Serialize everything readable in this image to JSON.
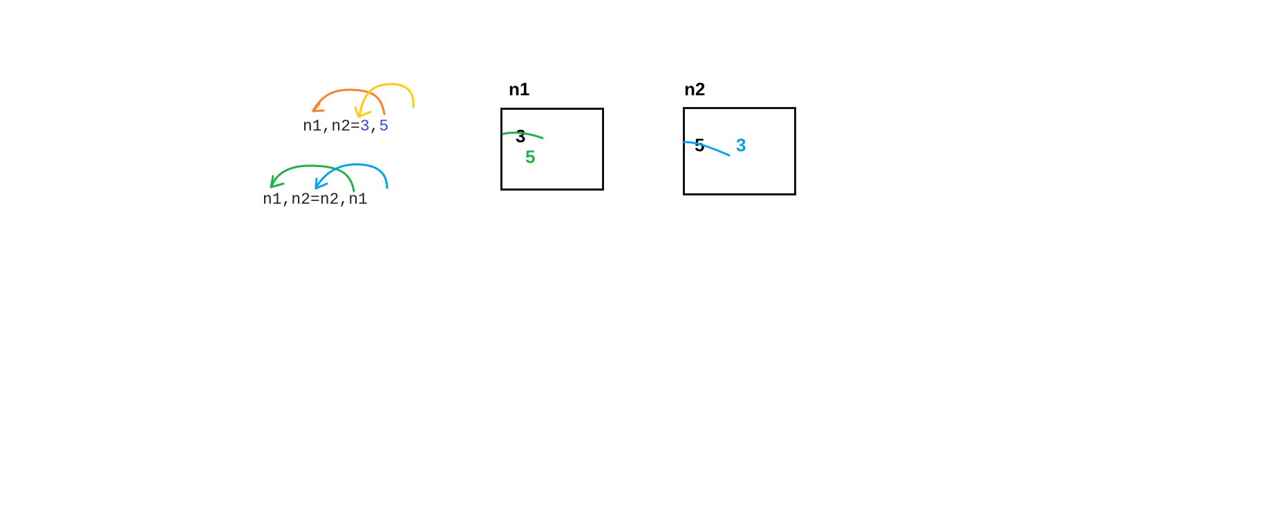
{
  "statement_1": {
    "lhs": "n1,n2=",
    "values": [
      "3",
      "5"
    ],
    "separator": ","
  },
  "statement_2": {
    "text": "n1,n2=n2,n1"
  },
  "variables": [
    {
      "name": "n1",
      "old_value": "3",
      "new_value": "5",
      "new_value_color": "#22b14c"
    },
    {
      "name": "n2",
      "old_value": "5",
      "new_value": "3",
      "new_value_color": "#00a2e8"
    }
  ],
  "colors": {
    "number_literal": "#3f3fe0",
    "arrow_orange": "#ff7f27",
    "arrow_yellow": "#ffc90e",
    "arrow_green": "#22b14c",
    "arrow_blue": "#00a2e8"
  }
}
